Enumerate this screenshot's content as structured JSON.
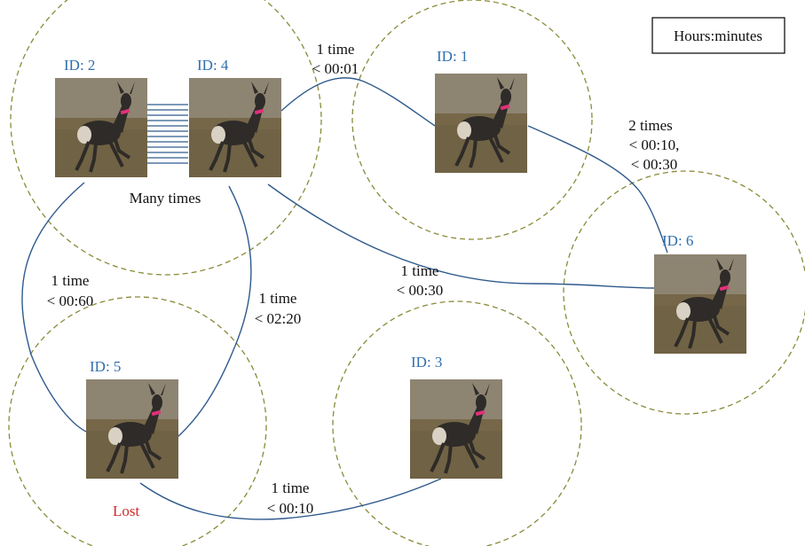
{
  "legend": {
    "text": "Hours:minutes"
  },
  "colors": {
    "circle_stroke": "#8a8a3a",
    "edge": "#2f5a8c",
    "id_label": "#2e6fad",
    "text": "#111111",
    "lost": "#d42a2a",
    "photo_bg": "#7d6f58",
    "deer_body": "#2e2b28",
    "collar": "#e0307a"
  },
  "nodes": [
    {
      "key": "id2",
      "id_label": "ID: 2",
      "icon": "deer-photo"
    },
    {
      "key": "id4",
      "id_label": "ID: 4",
      "icon": "deer-photo"
    },
    {
      "key": "id1",
      "id_label": "ID: 1",
      "icon": "deer-photo"
    },
    {
      "key": "id6",
      "id_label": "ID: 6",
      "icon": "deer-photo"
    },
    {
      "key": "id5",
      "id_label": "ID: 5",
      "icon": "deer-photo",
      "status": "Lost"
    },
    {
      "key": "id3",
      "id_label": "ID: 3",
      "icon": "deer-photo"
    }
  ],
  "edges": [
    {
      "key": "e24",
      "from": "ID: 2",
      "to": "ID: 4",
      "label_lines": [
        "Many times"
      ]
    },
    {
      "key": "e41",
      "from": "ID: 4",
      "to": "ID: 1",
      "label_lines": [
        "1 time",
        "< 00:01"
      ]
    },
    {
      "key": "e16",
      "from": "ID: 1",
      "to": "ID: 6",
      "label_lines": [
        "2 times",
        "< 00:10,",
        "< 00:30"
      ]
    },
    {
      "key": "e46",
      "from": "ID: 4",
      "to": "ID: 6",
      "label_lines": [
        "1 time",
        "< 00:30"
      ]
    },
    {
      "key": "e25",
      "from": "ID: 2",
      "to": "ID: 5",
      "label_lines": [
        "1 time",
        "< 00:60"
      ]
    },
    {
      "key": "e45",
      "from": "ID: 4",
      "to": "ID: 5",
      "label_lines": [
        "1 time",
        "< 02:20"
      ]
    },
    {
      "key": "e53",
      "from": "ID: 5",
      "to": "ID: 3",
      "label_lines": [
        "1 time",
        "< 00:10"
      ]
    }
  ]
}
